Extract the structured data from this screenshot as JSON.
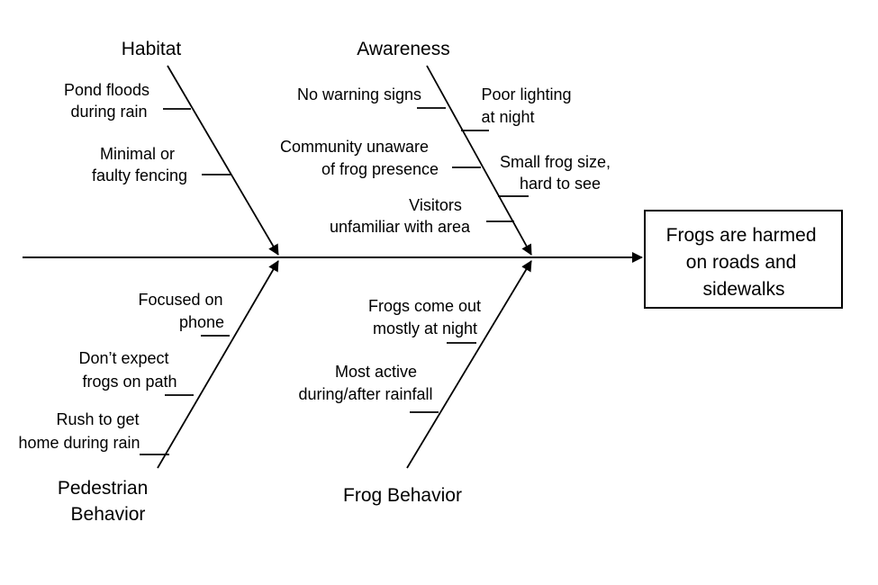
{
  "effect": {
    "lines": [
      "Frogs are harmed",
      "on roads and",
      "sidewalks"
    ]
  },
  "categories": {
    "habitat": {
      "label": [
        "Habitat"
      ],
      "causes": [
        [
          "Pond floods",
          "during rain"
        ],
        [
          "Minimal or",
          "faulty fencing"
        ]
      ]
    },
    "awareness": {
      "label": [
        "Awareness"
      ],
      "causes_left": [
        [
          "No warning signs"
        ],
        [
          "Community unaware",
          "of frog presence"
        ],
        [
          "Visitors",
          "unfamiliar with area"
        ]
      ],
      "causes_right": [
        [
          "Poor lighting",
          "at night"
        ],
        [
          "Small frog size,",
          "hard to see"
        ]
      ]
    },
    "pedestrian": {
      "label": [
        "Pedestrian",
        "Behavior"
      ],
      "causes": [
        [
          "Focused on",
          "phone"
        ],
        [
          "Don’t expect",
          "frogs on path"
        ],
        [
          "Rush to get",
          "home during rain"
        ]
      ]
    },
    "frog": {
      "label": [
        "Frog Behavior"
      ],
      "causes": [
        [
          "Frogs come out",
          "mostly at night"
        ],
        [
          "Most active",
          "during/after rainfall"
        ]
      ]
    }
  }
}
